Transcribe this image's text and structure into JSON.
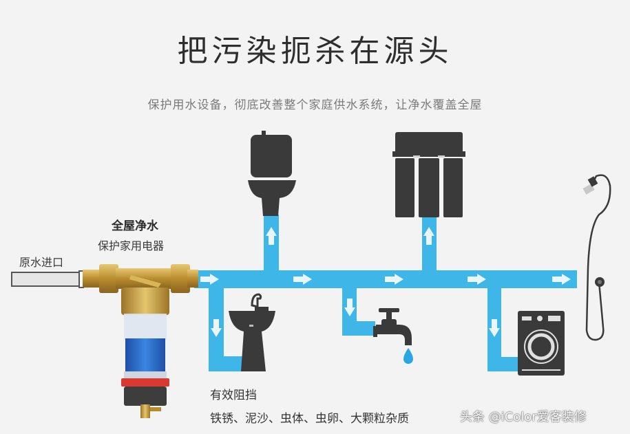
{
  "header": {
    "title": "把污染扼杀在源头",
    "subtitle": "保护用水设备，彻底改善整个家庭供水系统，让净水覆盖全屋"
  },
  "filter": {
    "heading": "全屋净水",
    "caption": "保护家用电器",
    "inlet_label": "原水进口"
  },
  "footer": {
    "heading": "有效阻挡",
    "items_text": "铁锈、泥沙、虫体、虫卵、大颗粒杂质"
  },
  "watermark": "头条 @iColor爱客装修",
  "appliances": [
    {
      "name": "toilet-icon"
    },
    {
      "name": "ro-purifier-icon"
    },
    {
      "name": "shower-icon"
    },
    {
      "name": "wash-basin-icon"
    },
    {
      "name": "faucet-icon"
    },
    {
      "name": "washing-machine-icon"
    }
  ],
  "colors": {
    "background": "#f3f3f3",
    "pipe": "#3fb6e8",
    "appliance": "#3a3a3a",
    "brass": "#c9a146",
    "filter_blue": "#2a6fd0",
    "filter_red": "#d83a32",
    "water_drop": "#2aa7e0"
  }
}
